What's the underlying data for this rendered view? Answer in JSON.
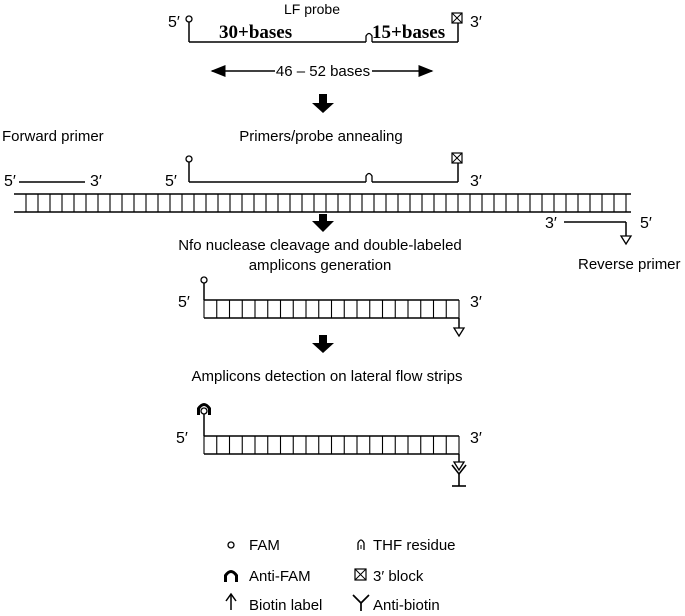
{
  "probe": {
    "title": "LF probe",
    "five_prime": "5′",
    "three_prime": "3′",
    "left_segment": "30+bases",
    "right_segment": "15+bases",
    "length": "46 – 52 bases"
  },
  "steps": {
    "annealing": "Primers/probe annealing",
    "cleavage_line1": "Nfo nuclease cleavage and double-labeled",
    "cleavage_line2": "amplicons generation",
    "detection": "Amplicons detection on lateral flow strips"
  },
  "labels": {
    "forward_primer": "Forward primer",
    "reverse_primer": "Reverse primer",
    "five_prime": "5′",
    "three_prime": "3′"
  },
  "legend": {
    "fam": "FAM",
    "anti_fam": "Anti-FAM",
    "biotin": "Biotin label",
    "thf": "THF residue",
    "block": "3′ block",
    "anti_biotin": "Anti-biotin"
  }
}
